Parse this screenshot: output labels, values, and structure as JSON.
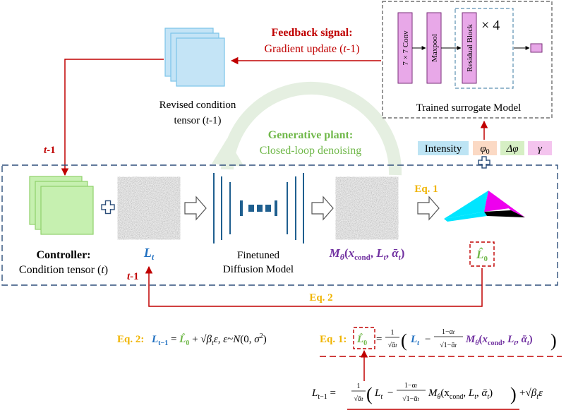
{
  "feedback": {
    "title": "Feedback signal:",
    "subtitle": "Gradient update (t-1)"
  },
  "revised": {
    "line1": "Revised condition",
    "line2": "tensor (t-1)"
  },
  "generative": {
    "title": "Generative plant:",
    "subtitle": "Closed-loop denoising"
  },
  "surrogate": {
    "title": "Trained surrogate Model",
    "conv": "7 × 7 Conv",
    "maxpool": "Maxpool",
    "residual": "Residual Block",
    "times": "× 4"
  },
  "params": {
    "intensity": "Intensity",
    "phi0": "φ0",
    "dphi": "Δφ",
    "gamma": "γ"
  },
  "loop": {
    "t1_top": "t-1",
    "t1_bottom": "t-1"
  },
  "controller": {
    "title": "Controller:",
    "subtitle": "Condition tensor (t)"
  },
  "latent": {
    "label": "Lt"
  },
  "diffusion": {
    "line1": "Finetuned",
    "line2": "Diffusion Model"
  },
  "mtheta": {
    "label": "Mθ(xcond, Lt, ᾱt)"
  },
  "eq1_label": "Eq. 1",
  "eq2_label": "Eq. 2",
  "l0_label": "L̂0",
  "equations": {
    "eq2_prefix": "Eq. 2:",
    "eq2_body": "Lt−1 = L̂0 + √βt ε, ε~N(0, σ²)",
    "eq1_prefix": "Eq. 1:",
    "eq1_body": "= (1/√ᾱt)(Lt − (1−αt)/√(1−ᾱt) Mθ(xcond, Lt, ᾱt))",
    "final": "Lt−1 = (1/√ᾱt)(Lt − (1−αt)/√(1−ᾱt) Mθ(xcond, Lt, ᾱt)) + √βt ε"
  },
  "colors": {
    "red": "#c00000",
    "green": "#70b84a",
    "orange": "#f0b400",
    "blue": "#1f6fc0",
    "purple": "#7030a0",
    "dashBlue": "#2e4f7a"
  }
}
